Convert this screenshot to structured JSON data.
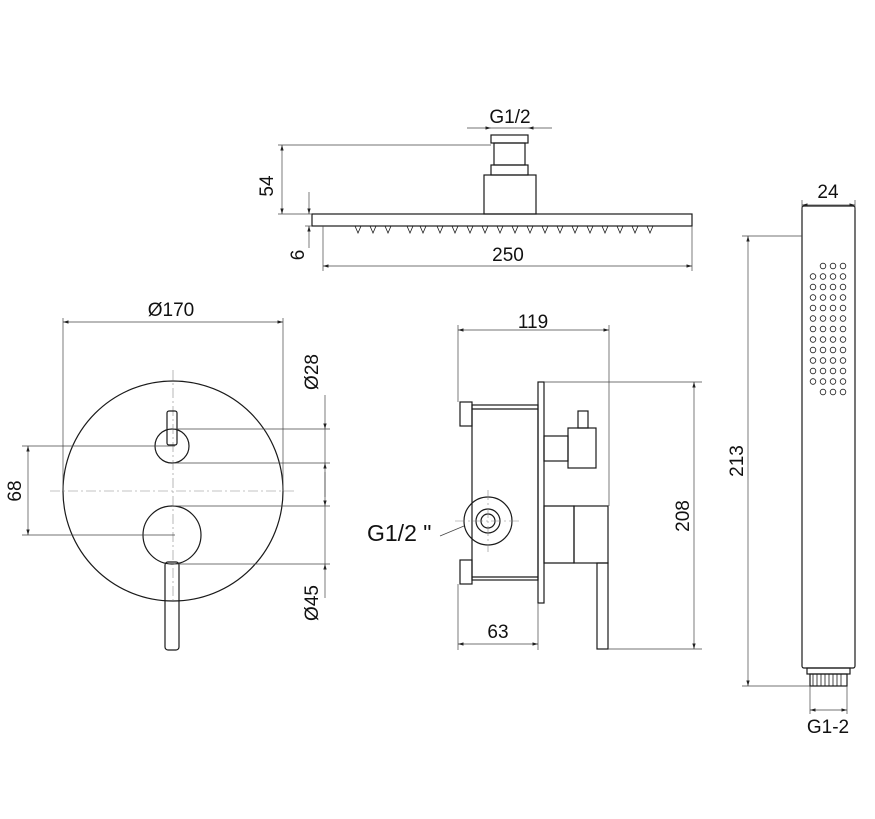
{
  "labels": {
    "head_thread": "G1/2",
    "head_height": "54",
    "head_plate": "6",
    "head_width": "250",
    "plate_diameter": "Ø170",
    "handle_upper_dia": "Ø28",
    "handle_spacing": "68",
    "handle_lower_dia": "Ø45",
    "body_depth": "119",
    "inlet_thread": "G1/2 \"",
    "body_height": "208",
    "body_inset": "63",
    "hand_width": "24",
    "hand_length": "213",
    "hand_thread": "G1-2"
  }
}
